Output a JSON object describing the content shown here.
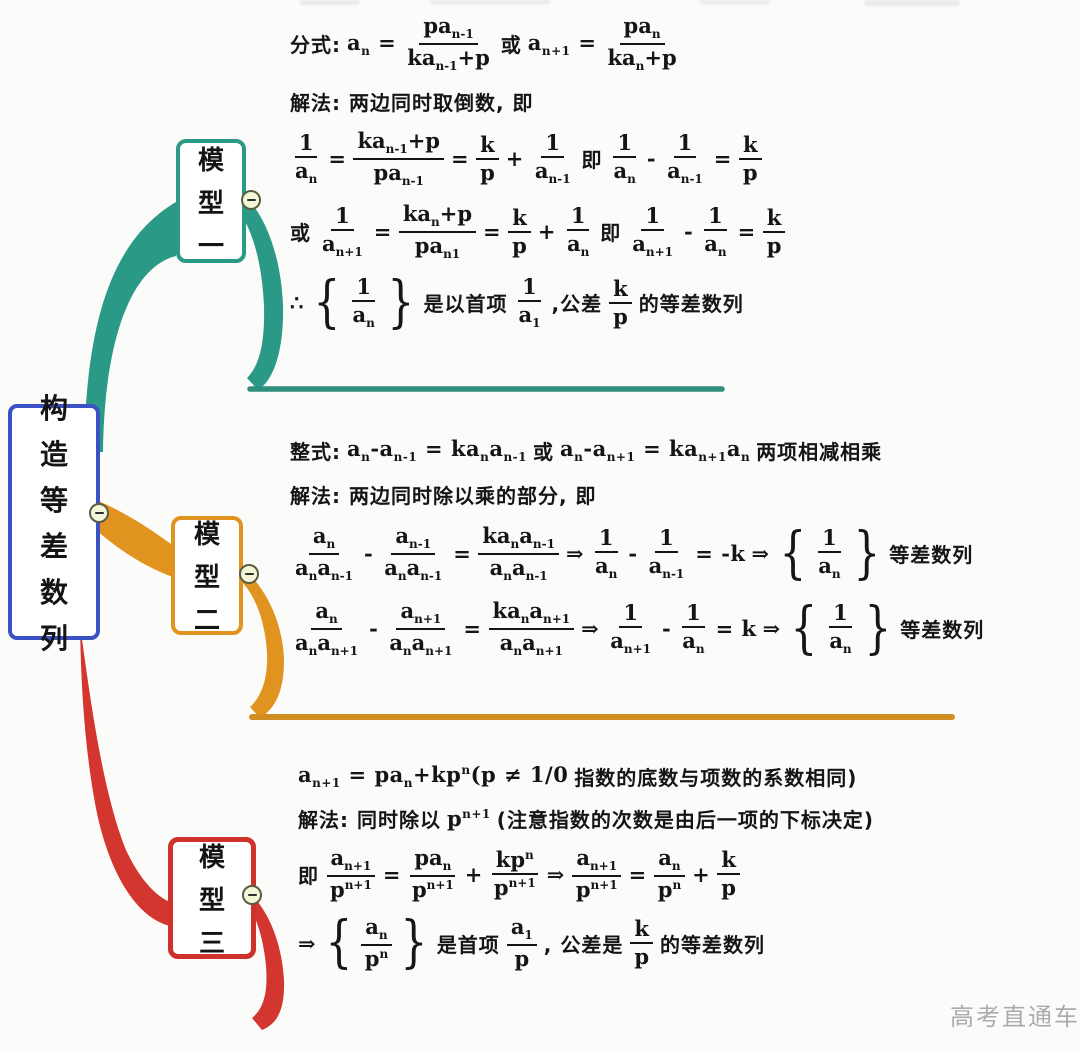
{
  "root": {
    "label": "构造等差数列"
  },
  "watermark": "高考直通车",
  "colors": {
    "root_border": "#3b52c4",
    "model1": "#2a9a86",
    "model2": "#e0941f",
    "model3": "#d2362e",
    "underline1": "#2e8f7c",
    "underline2": "#cf8d22",
    "underline3": "#b52a22"
  },
  "branches": [
    {
      "label": "模型一",
      "lines": [
        [
          [
            "t",
            "分式:"
          ],
          [
            "m",
            "a_{n} ="
          ],
          [
            "f",
            "pa_{n-1}",
            "ka_{n-1}+p"
          ],
          [
            "t",
            "或"
          ],
          [
            "m",
            "a_{n+1} ="
          ],
          [
            "f",
            "pa_{n}",
            "ka_{n}+p"
          ]
        ],
        [
          [
            "t",
            "解法: 两边同时取倒数, 即"
          ]
        ],
        [
          [
            "f",
            "1",
            "a_{n}"
          ],
          [
            "m",
            "="
          ],
          [
            "f",
            "ka_{n-1}+p",
            "pa_{n-1}"
          ],
          [
            "m",
            "="
          ],
          [
            "f",
            "k",
            "p"
          ],
          [
            "m",
            "+"
          ],
          [
            "f",
            "1",
            "a_{n-1}"
          ],
          [
            "t",
            "即"
          ],
          [
            "f",
            "1",
            "a_{n}"
          ],
          [
            "m",
            "-"
          ],
          [
            "f",
            "1",
            "a_{n-1}"
          ],
          [
            "m",
            "="
          ],
          [
            "f",
            "k",
            "p"
          ]
        ],
        [
          [
            "t",
            "或"
          ],
          [
            "f",
            "1",
            "a_{n+1}"
          ],
          [
            "m",
            "="
          ],
          [
            "f",
            "ka_{n}+p",
            "pa_{n1}"
          ],
          [
            "m",
            "="
          ],
          [
            "f",
            "k",
            "p"
          ],
          [
            "m",
            "+"
          ],
          [
            "f",
            "1",
            "a_{n}"
          ],
          [
            "t",
            "即"
          ],
          [
            "f",
            "1",
            "a_{n+1}"
          ],
          [
            "m",
            "-"
          ],
          [
            "f",
            "1",
            "a_{n}"
          ],
          [
            "m",
            "="
          ],
          [
            "f",
            "k",
            "p"
          ]
        ],
        [
          [
            "m",
            "∴"
          ],
          [
            "b",
            "1",
            "a_{n}"
          ],
          [
            "t",
            "是以首项"
          ],
          [
            "f",
            "1",
            "a_{1}"
          ],
          [
            "t",
            ",公差"
          ],
          [
            "f",
            "k",
            "p"
          ],
          [
            "t",
            "的等差数列"
          ]
        ]
      ]
    },
    {
      "label": "模型二",
      "lines": [
        [
          [
            "t",
            "整式:"
          ],
          [
            "m",
            "a_{n}-a_{n-1} = ka_{n}a_{n-1}"
          ],
          [
            "t",
            "或"
          ],
          [
            "m",
            "a_{n}-a_{n+1} = ka_{n+1}a_{n}"
          ],
          [
            "t",
            "两项相减相乘"
          ]
        ],
        [
          [
            "t",
            "解法: 两边同时除以乘的部分, 即"
          ]
        ],
        [
          [
            "f",
            "a_{n}",
            "a_{n}a_{n-1}"
          ],
          [
            "m",
            "-"
          ],
          [
            "f",
            "a_{n-1}",
            "a_{n}a_{n-1}"
          ],
          [
            "m",
            "="
          ],
          [
            "f",
            "ka_{n}a_{n-1}",
            "a_{n}a_{n-1}"
          ],
          [
            "m",
            "⇒"
          ],
          [
            "f",
            "1",
            "a_{n}"
          ],
          [
            "m",
            "-"
          ],
          [
            "f",
            "1",
            "a_{n-1}"
          ],
          [
            "m",
            "= -k"
          ],
          [
            "m",
            "⇒"
          ],
          [
            "b",
            "1",
            "a_{n}"
          ],
          [
            "t",
            "等差数列"
          ]
        ],
        [
          [
            "f",
            "a_{n}",
            "a_{n}a_{n+1}"
          ],
          [
            "m",
            "-"
          ],
          [
            "f",
            "a_{n+1}",
            "a_{n}a_{n+1}"
          ],
          [
            "m",
            "="
          ],
          [
            "f",
            "ka_{n}a_{n+1}",
            "a_{n}a_{n+1}"
          ],
          [
            "m",
            "⇒"
          ],
          [
            "f",
            "1",
            "a_{n+1}"
          ],
          [
            "m",
            "-"
          ],
          [
            "f",
            "1",
            "a_{n}"
          ],
          [
            "m",
            "= k"
          ],
          [
            "m",
            "⇒"
          ],
          [
            "b",
            "1",
            "a_{n}"
          ],
          [
            "t",
            "等差数列"
          ]
        ]
      ]
    },
    {
      "label": "模型三",
      "lines": [
        [
          [
            "m",
            "a_{n+1} = pa_{n}+kp^{n}(p ≠ 1/0"
          ],
          [
            "t",
            "指数的底数与项数的系数相同)"
          ]
        ],
        [
          [
            "t",
            "解法: 同时除以"
          ],
          [
            "m",
            "p^{n+1}"
          ],
          [
            "t",
            "(注意指数的次数是由后一项的下标决定)"
          ]
        ],
        [
          [
            "t",
            "即"
          ],
          [
            "f",
            "a_{n+1}",
            "p^{n+1}"
          ],
          [
            "m",
            "="
          ],
          [
            "f",
            "pa_{n}",
            "p^{n+1}"
          ],
          [
            "m",
            "+"
          ],
          [
            "f",
            "kp^{n}",
            "p^{n+1}"
          ],
          [
            "m",
            "⇒"
          ],
          [
            "f",
            "a_{n+1}",
            "p^{n+1}"
          ],
          [
            "m",
            "="
          ],
          [
            "f",
            "a_{n}",
            "p^{n}"
          ],
          [
            "m",
            "+"
          ],
          [
            "f",
            "k",
            "p"
          ]
        ],
        [
          [
            "m",
            "⇒"
          ],
          [
            "b",
            "a_{n}",
            "p^{n}"
          ],
          [
            "t",
            "是首项"
          ],
          [
            "f",
            "a_{1}",
            "p"
          ],
          [
            "t",
            ", 公差是"
          ],
          [
            "f",
            "k",
            "p"
          ],
          [
            "t",
            "的等差数列"
          ]
        ]
      ]
    }
  ]
}
